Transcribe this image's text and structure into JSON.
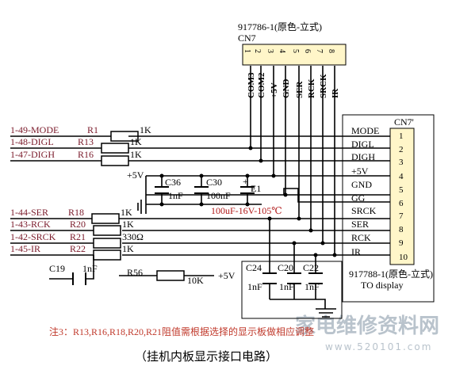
{
  "connectors": {
    "cn7_top": {
      "title": "917786-1(原色-立式)",
      "name": "CN7",
      "pins": [
        "1",
        "2",
        "3",
        "4",
        "5",
        "6",
        "7",
        "8"
      ],
      "signals": [
        "COM3",
        "COM2",
        "+5V",
        "GND",
        "SER",
        "RCK",
        "SRCK",
        "IR"
      ]
    },
    "cn7_right": {
      "name": "CN7'",
      "signals": [
        "MODE",
        "DIGL",
        "DIGH",
        "+5V",
        "GND",
        "GG",
        "SRCK",
        "SER",
        "RCK",
        "IR"
      ],
      "pins": [
        "1",
        "2",
        "3",
        "4",
        "5",
        "6",
        "7",
        "8",
        "9",
        "10"
      ],
      "part": "917788-1(原色-立式)",
      "label": "TO display"
    }
  },
  "inputs": [
    "1-49-MODE",
    "1-48-DIGL",
    "1-47-DIGH",
    "1-44-SER",
    "1-43-RCK",
    "1-42-SRCK",
    "1-45-IR"
  ],
  "resistors": [
    {
      "ref": "R1",
      "value": "1K"
    },
    {
      "ref": "R13",
      "value": "1K"
    },
    {
      "ref": "R16",
      "value": "1K"
    },
    {
      "ref": "R18",
      "value": "1K"
    },
    {
      "ref": "R20",
      "value": "1K"
    },
    {
      "ref": "R21",
      "value": "330Ω"
    },
    {
      "ref": "R22",
      "value": "1K"
    },
    {
      "ref": "R56",
      "value": "10K"
    }
  ],
  "capacitors": [
    {
      "ref": "C36",
      "value": "1nF"
    },
    {
      "ref": "C30",
      "value": "100nF"
    },
    {
      "ref": "E1",
      "value": "100uF-16V-105℃"
    },
    {
      "ref": "C19",
      "value": "1nF"
    },
    {
      "ref": "C24",
      "value": "1nF"
    },
    {
      "ref": "C20",
      "value": "1nF"
    },
    {
      "ref": "C22",
      "value": "1nF"
    }
  ],
  "supply": {
    "v5": "+5V"
  },
  "polarity": "+",
  "note": "注3：R13,R16,R18,R20,R21阻值需根据选择的显示板做相应调整",
  "caption": "（挂机内板显示接口电路）",
  "watermark": {
    "main": "家电维修资料网",
    "url": "www.520101.com"
  }
}
